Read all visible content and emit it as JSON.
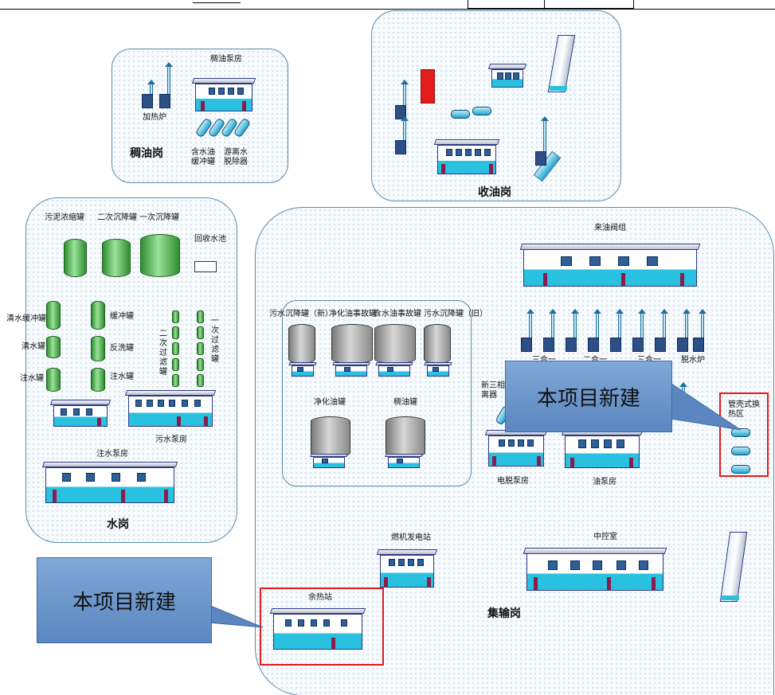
{
  "labels": {
    "qiyou_pump_house": "稠油泵房",
    "heating_furnace": "加热炉",
    "oil_water_buffer_tank": "含水油\n缓冲罐",
    "free_water_separator": "游离水\n脱除器",
    "qiyou_post": "稠油岗",
    "shouyou_post": "收油岗",
    "sludge_thickening_tank": "污泥浓缩罐",
    "second_settling_tank": "二次沉降罐",
    "first_settling_tank": "一次沉降罐",
    "recovery_pool": "回收水池",
    "clear_water_buffer_tank": "清水缓冲罐",
    "buffer_tank": "缓冲罐",
    "clear_water_tank": "清水罐",
    "backwash_tank": "反洗罐",
    "injection_tank_left": "注水罐",
    "injection_tank_mid": "注水罐",
    "second_filter": "二次过滤罐",
    "first_filter": "一次过滤罐",
    "sewage_pump_house": "污水泵房",
    "injection_pump_house": "注水泵房",
    "water_post": "水岗",
    "incoming_valve_group": "来油阀组",
    "sewage_settling_new": "污水沉降罐（新）",
    "purified_oil_accident_tank": "净化油事故罐",
    "water_oil_accident_tank": "含水油事故罐",
    "sewage_settling_old": "污水沉降罐（旧）",
    "purified_oil_tank": "净化油罐",
    "heavy_oil_tank": "稠油罐",
    "three_phase_separator": "新三相\n离器",
    "label_dehydration_furnace": "脱水炉",
    "label_partial_a": "三合一",
    "label_partial_b": "二合一",
    "label_partial_c": "三合一",
    "label_partial_d": "一",
    "shell_tube_heat_exchange": "管壳式换\n热区",
    "electric_dehydration_pump_house": "电脱泵房",
    "oil_pump_house": "油泵房",
    "gas_generator_station": "燃机发电站",
    "control_room": "中控室",
    "waste_heat_station": "余热站",
    "gathering_post": "集输岗",
    "callout_new_1": "本项目新建",
    "callout_new_2": "本项目新建"
  },
  "colors": {
    "new_build_highlight": "#e31b1b",
    "callout_fill": "#6b95c9",
    "building_base": "#29c1df",
    "water_tank": "#3a9e3a",
    "oil_tank": "#9a9a9a",
    "accident_marker": "#e31b1b"
  }
}
